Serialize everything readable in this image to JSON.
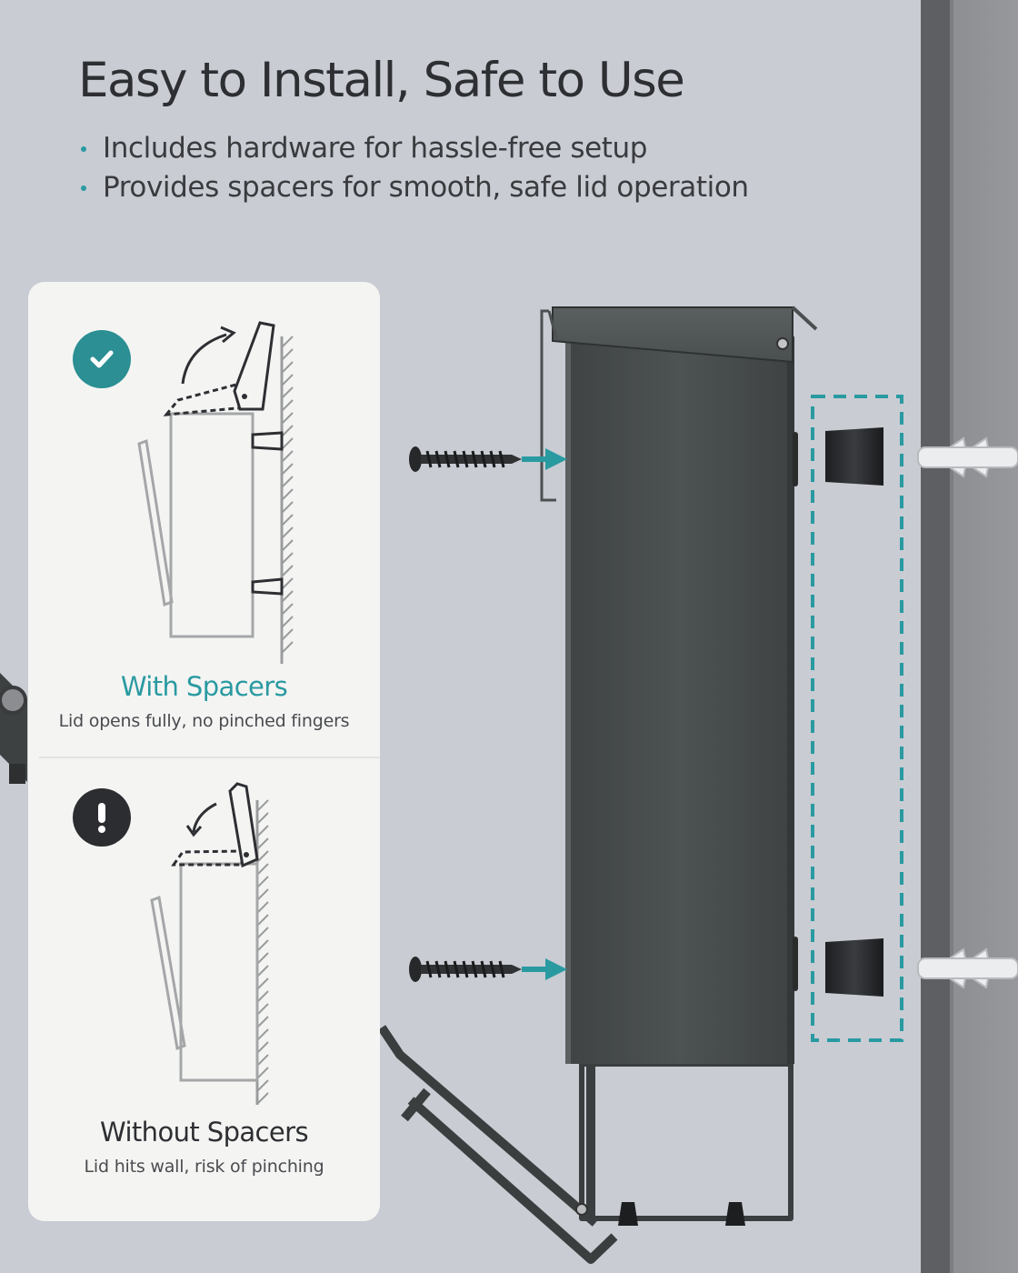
{
  "header": {
    "title": "Easy to Install, Safe to Use",
    "bullets": [
      "Includes hardware for hassle-free setup",
      "Provides spacers for smooth, safe lid operation"
    ]
  },
  "comparison": {
    "with_spacers": {
      "icon": "checkmark-icon",
      "title": "With Spacers",
      "caption": "Lid opens fully, no pinched fingers"
    },
    "without_spacers": {
      "icon": "exclamation-icon",
      "title": "Without Spacers",
      "caption": "Lid hits wall, risk of pinching"
    }
  },
  "colors": {
    "accent_teal": "#2a9aa1",
    "background": "#c9ccd3",
    "mailbox": "#474b4b"
  }
}
